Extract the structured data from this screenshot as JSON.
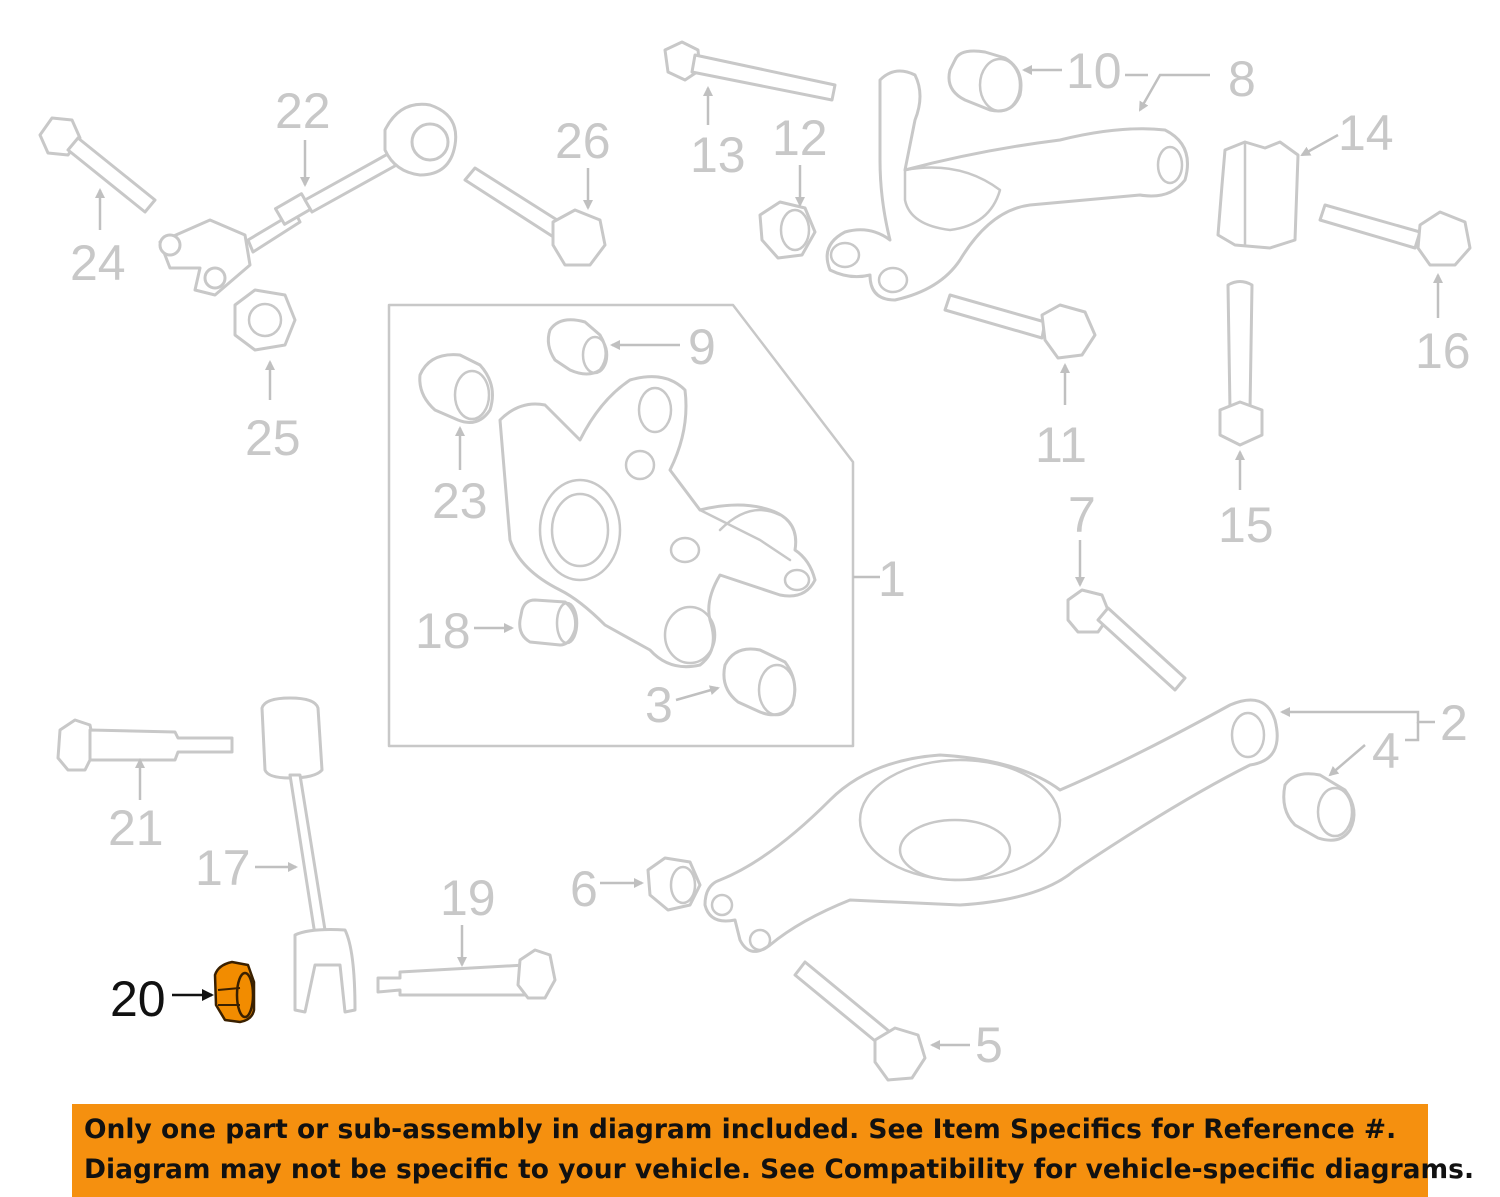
{
  "diagram": {
    "callouts": {
      "c1": "1",
      "c2": "2",
      "c3": "3",
      "c4": "4",
      "c5": "5",
      "c6": "6",
      "c7": "7",
      "c8": "8",
      "c9": "9",
      "c10": "10",
      "c11": "11",
      "c12": "12",
      "c13": "13",
      "c14": "14",
      "c15": "15",
      "c16": "16",
      "c17": "17",
      "c18": "18",
      "c19": "19",
      "c20": "20",
      "c21": "21",
      "c22": "22",
      "c23": "23",
      "c24": "24",
      "c25": "25",
      "c26": "26"
    },
    "highlighted_part": "20",
    "colors": {
      "highlight": "#f28c00",
      "lineart": "#c8c8c8",
      "banner": "#f5900f"
    }
  },
  "notice": {
    "line1": "Only one part or sub-assembly in diagram included. See Item Specifics for Reference #.",
    "line2": "Diagram may not be specific to your vehicle. See Compatibility for vehicle-specific diagrams."
  }
}
